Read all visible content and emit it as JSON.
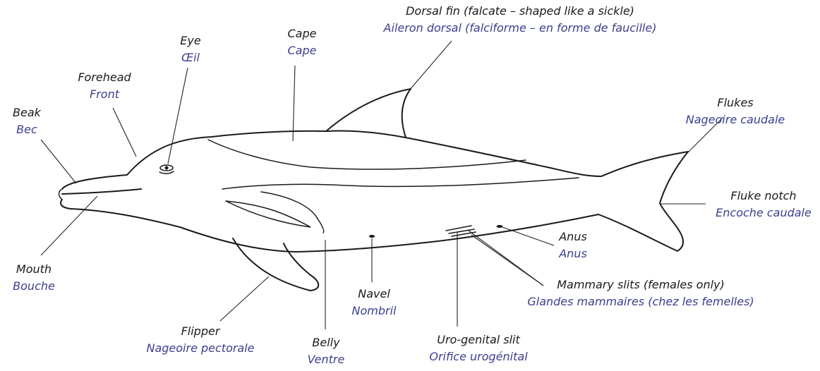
{
  "labels": {
    "dorsal_fin": {
      "en": "Dorsal fin (falcate – shaped like a sickle)",
      "fr": "Aileron dorsal (falciforme – en forme de faucille)"
    },
    "cape": {
      "en": "Cape",
      "fr": "Cape"
    },
    "eye": {
      "en": "Eye",
      "fr": "Œil"
    },
    "forehead": {
      "en": "Forehead",
      "fr": "Front"
    },
    "beak": {
      "en": "Beak",
      "fr": "Bec"
    },
    "flukes": {
      "en": "Flukes",
      "fr": "Nageoire caudale"
    },
    "fluke_notch": {
      "en": "Fluke notch",
      "fr": "Encoche caudale"
    },
    "anus": {
      "en": "Anus",
      "fr": "Anus"
    },
    "mammary_slits": {
      "en": "Mammary slits (females only)",
      "fr": "Glandes mammaires (chez les femelles)"
    },
    "uro_genital": {
      "en": "Uro-genital slit",
      "fr": "Orifice urogénital"
    },
    "navel": {
      "en": "Navel",
      "fr": "Nombril"
    },
    "belly": {
      "en": "Belly",
      "fr": "Ventre"
    },
    "flipper": {
      "en": "Flipper",
      "fr": "Nageoire pectorale"
    },
    "mouth": {
      "en": "Mouth",
      "fr": "Bouche"
    }
  },
  "colors": {
    "english": "#1a1a1a",
    "french": "#3b3e8f",
    "outline": "#1a1a1a"
  }
}
